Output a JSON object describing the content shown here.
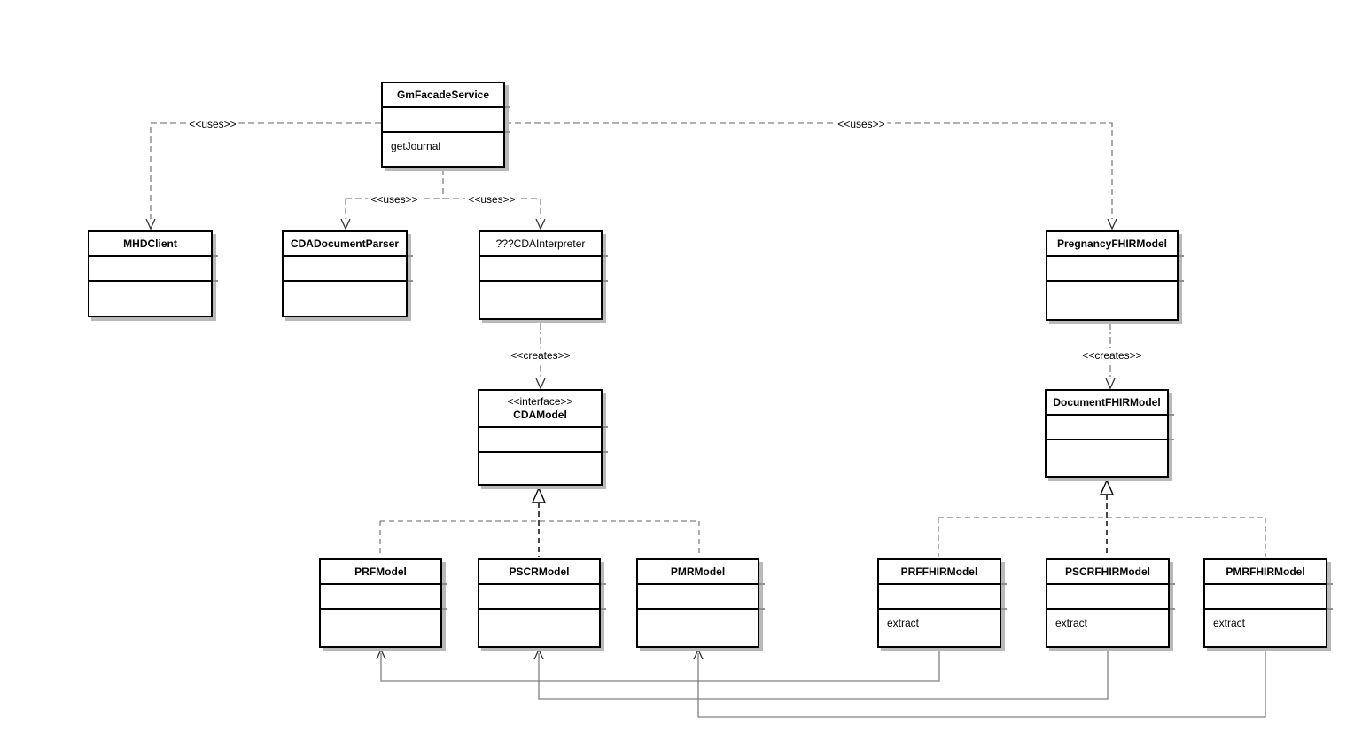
{
  "diagram": {
    "type": "UML class diagram",
    "stereotype_labels": {
      "uses": "&lt;&lt;uses&gt;&gt;",
      "creates": "&lt;&lt;creates&gt;&gt;"
    },
    "classes": {
      "GmFacadeService": {
        "name": "GmFacadeService",
        "attributes": [],
        "methods": [
          "getJournal"
        ]
      },
      "MHDClient": {
        "name": "MHDClient",
        "attributes": [],
        "methods": []
      },
      "CDADocumentParser": {
        "name": "CDADocumentParser",
        "attributes": [],
        "methods": []
      },
      "CDAInterpreter": {
        "name": "???CDAInterpreter",
        "attributes": [],
        "methods": []
      },
      "PregnancyFHIRModel": {
        "name": "PregnancyFHIRModel",
        "attributes": [],
        "methods": []
      },
      "CDAModel": {
        "stereotype": "<<interface>>",
        "name": "CDAModel",
        "attributes": [],
        "methods": []
      },
      "DocumentFHIRModel": {
        "name": "DocumentFHIRModel",
        "attributes": [],
        "methods": []
      },
      "PRFModel": {
        "name": "PRFModel",
        "attributes": [],
        "methods": []
      },
      "PSCRModel": {
        "name": "PSCRModel",
        "attributes": [],
        "methods": []
      },
      "PMRModel": {
        "name": "PMRModel",
        "attributes": [],
        "methods": []
      },
      "PRFFHIRModel": {
        "name": "PRFFHIRModel",
        "attributes": [],
        "methods": [
          "extract"
        ]
      },
      "PSCRFHIRModel": {
        "name": "PSCRFHIRModel",
        "attributes": [],
        "methods": [
          "extract"
        ]
      },
      "PMRFHIRModel": {
        "name": "PMRFHIRModel",
        "attributes": [],
        "methods": [
          "extract"
        ]
      }
    },
    "uses_label": "<<uses>>",
    "creates_label": "<<creates>>",
    "relationships": [
      {
        "from": "GmFacadeService",
        "to": "MHDClient",
        "type": "dependency",
        "label": "<<uses>>"
      },
      {
        "from": "GmFacadeService",
        "to": "CDADocumentParser",
        "type": "dependency",
        "label": "<<uses>>"
      },
      {
        "from": "GmFacadeService",
        "to": "???CDAInterpreter",
        "type": "dependency",
        "label": "<<uses>>"
      },
      {
        "from": "GmFacadeService",
        "to": "PregnancyFHIRModel",
        "type": "dependency",
        "label": "<<uses>>"
      },
      {
        "from": "???CDAInterpreter",
        "to": "CDAModel",
        "type": "dependency",
        "label": "<<creates>>"
      },
      {
        "from": "PregnancyFHIRModel",
        "to": "DocumentFHIRModel",
        "type": "dependency",
        "label": "<<creates>>"
      },
      {
        "from": "PRFModel",
        "to": "CDAModel",
        "type": "realization"
      },
      {
        "from": "PSCRModel",
        "to": "CDAModel",
        "type": "realization"
      },
      {
        "from": "PMRModel",
        "to": "CDAModel",
        "type": "realization"
      },
      {
        "from": "PRFFHIRModel",
        "to": "DocumentFHIRModel",
        "type": "realization"
      },
      {
        "from": "PSCRFHIRModel",
        "to": "DocumentFHIRModel",
        "type": "realization"
      },
      {
        "from": "PMRFHIRModel",
        "to": "DocumentFHIRModel",
        "type": "realization"
      },
      {
        "from": "PRFFHIRModel",
        "to": "PRFModel",
        "type": "association"
      },
      {
        "from": "PSCRFHIRModel",
        "to": "PSCRModel",
        "type": "association"
      },
      {
        "from": "PMRFHIRModel",
        "to": "PMRModel",
        "type": "association"
      }
    ],
    "colors": {
      "background": "#ffffff",
      "box_fill": "#ffffff",
      "box_border": "#000000",
      "shadow": "#b9b9b9",
      "line_gray": "#808080"
    }
  }
}
